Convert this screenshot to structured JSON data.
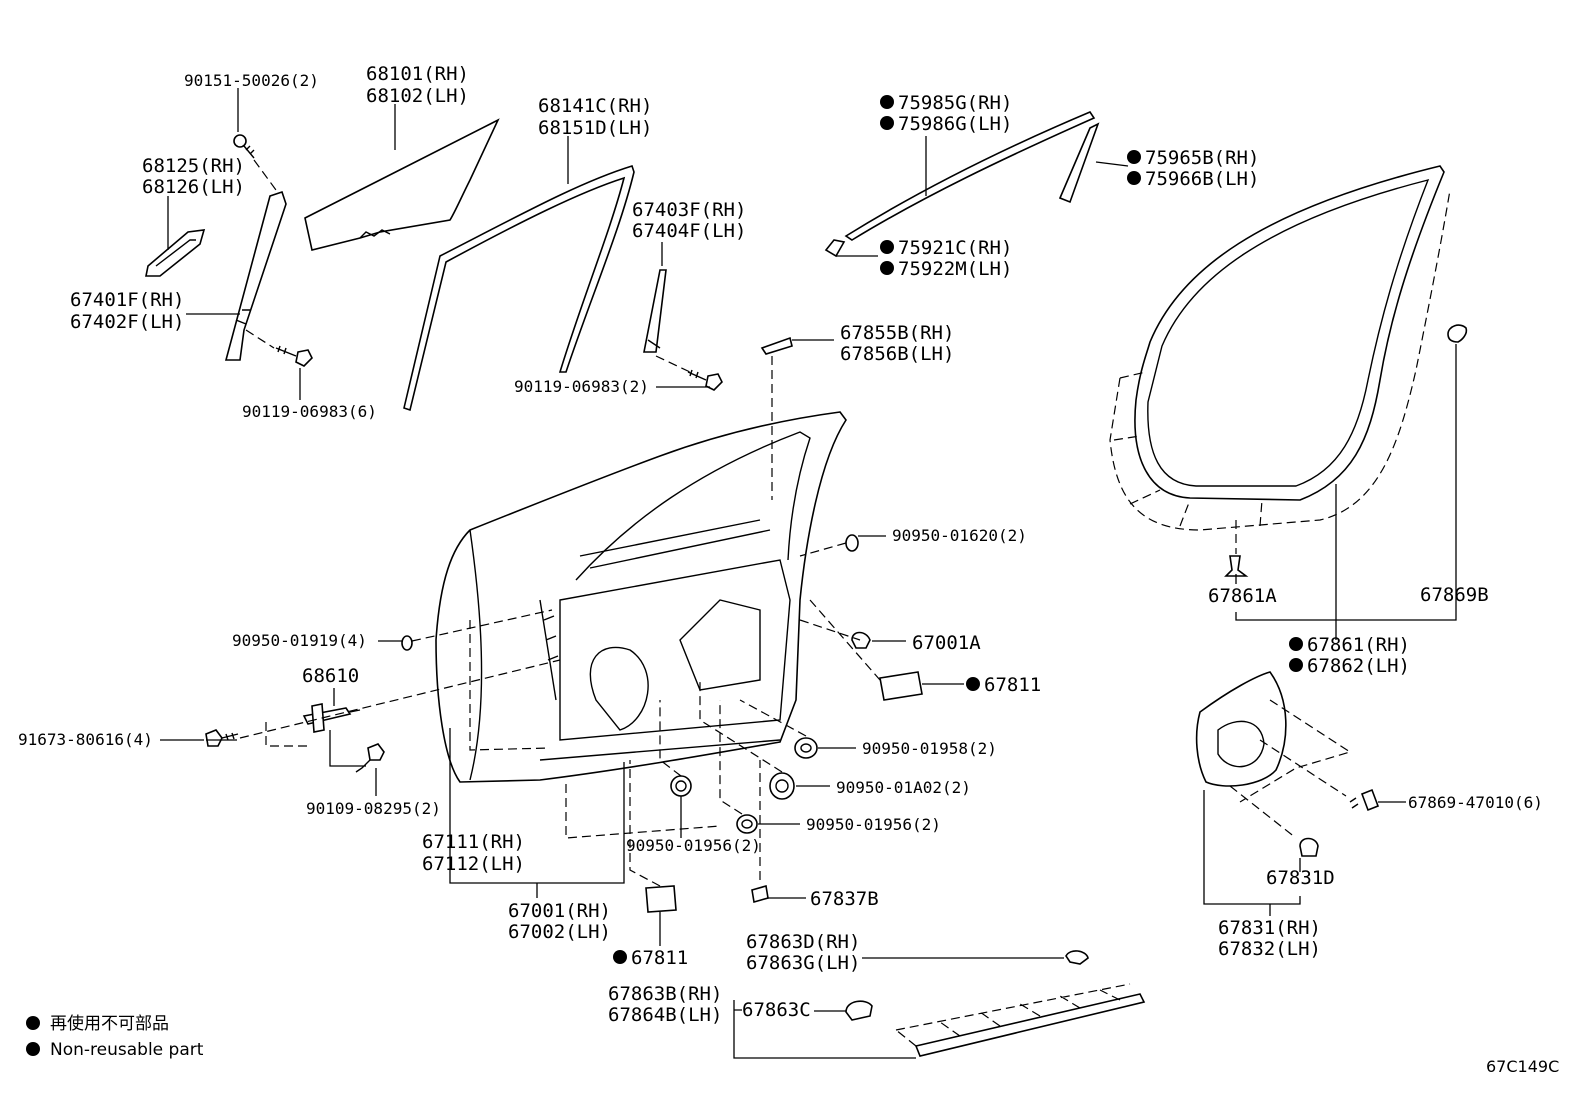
{
  "diagram_id": "67C149C",
  "legend": {
    "jp": "再使用不可部品",
    "en": "Non-reusable part"
  },
  "parts": {
    "p90151": "90151-50026(2)",
    "p68101": "68101(RH)",
    "p68102": "68102(LH)",
    "p68141": "68141C(RH)",
    "p68151": "68151D(LH)",
    "p68125": "68125(RH)",
    "p68126": "68126(LH)",
    "p67401": "67401F(RH)",
    "p67402": "67402F(LH)",
    "p90119a": "90119-06983(6)",
    "p67403": "67403F(RH)",
    "p67404": "67404F(LH)",
    "p90119b": "90119-06983(2)",
    "p75985": "75985G(RH)",
    "p75986": "75986G(LH)",
    "p75965": "75965B(RH)",
    "p75966": "75966B(LH)",
    "p75921": "75921C(RH)",
    "p75922": "75922M(LH)",
    "p67855": "67855B(RH)",
    "p67856": "67856B(LH)",
    "p90950_01620": "90950-01620(2)",
    "p90950_01919": "90950-01919(4)",
    "p67001A": "67001A",
    "p67811a": "67811",
    "p68610": "68610",
    "p91673": "91673-80616(4)",
    "p90950_01958": "90950-01958(2)",
    "p90109": "90109-08295(2)",
    "p90950_01A02": "90950-01A02(2)",
    "p90950_01956a": "90950-01956(2)",
    "p67111": "67111(RH)",
    "p67112": "67112(LH)",
    "p90950_01956b": "90950-01956(2)",
    "p67837B": "67837B",
    "p67001": "67001(RH)",
    "p67002": "67002(LH)",
    "p67811b": "67811",
    "p67863D": "67863D(RH)",
    "p67863G": "67863G(LH)",
    "p67863B": "67863B(RH)",
    "p67864B": "67864B(LH)",
    "p67863C": "67863C",
    "p67861A": "67861A",
    "p67869B": "67869B",
    "p67861": "67861(RH)",
    "p67862": "67862(LH)",
    "p67869_47010": "67869-47010(6)",
    "p67831D": "67831D",
    "p67831": "67831(RH)",
    "p67832": "67832(LH)"
  }
}
